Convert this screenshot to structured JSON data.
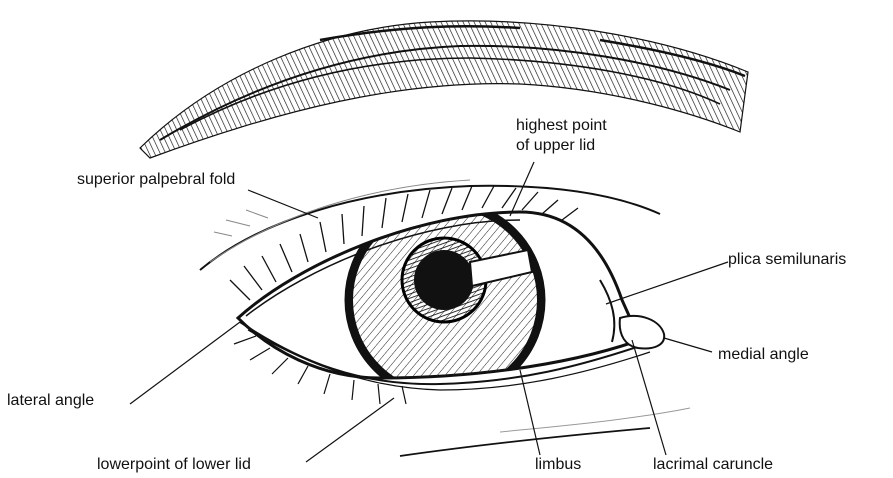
{
  "diagram": {
    "labels": {
      "highest_point": "highest point\nof upper lid",
      "superior_fold": "superior palpebral fold",
      "plica": "plica semilunaris",
      "medial_angle": "medial angle",
      "lateral_angle": "lateral angle",
      "lowerpoint": "lowerpoint of lower lid",
      "limbus": "limbus",
      "lacrimal_caruncle": "lacrimal caruncle"
    },
    "colors": {
      "ink": "#111111",
      "background": "#ffffff"
    }
  }
}
